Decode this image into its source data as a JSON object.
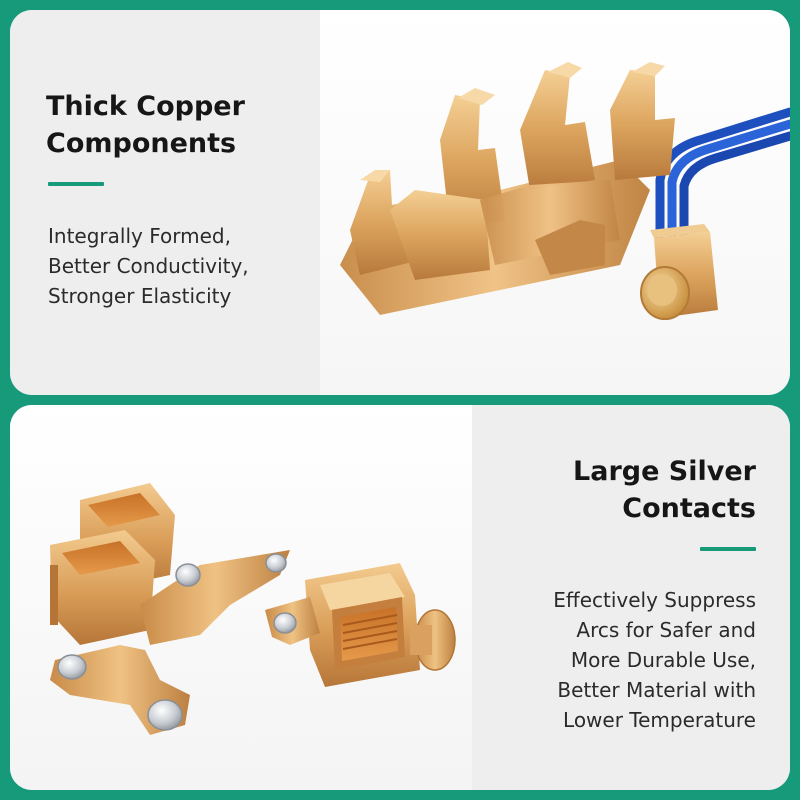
{
  "colors": {
    "accent": "#169a7a",
    "copper": "#d9a35f",
    "wire": "#1f56c8",
    "silver": "#c9ccd0"
  },
  "top": {
    "heading_line1": "Thick Copper",
    "heading_line2": "Components",
    "body_line1": "Integrally Formed,",
    "body_line2": "Better Conductivity,",
    "body_line3": "Stronger Elasticity"
  },
  "bottom": {
    "heading_line1": "Large Silver",
    "heading_line2": "Contacts",
    "body_line1": "Effectively Suppress",
    "body_line2": "Arcs for Safer and",
    "body_line3": "More Durable Use,",
    "body_line4": "Better Material with",
    "body_line5": "Lower Temperature"
  }
}
